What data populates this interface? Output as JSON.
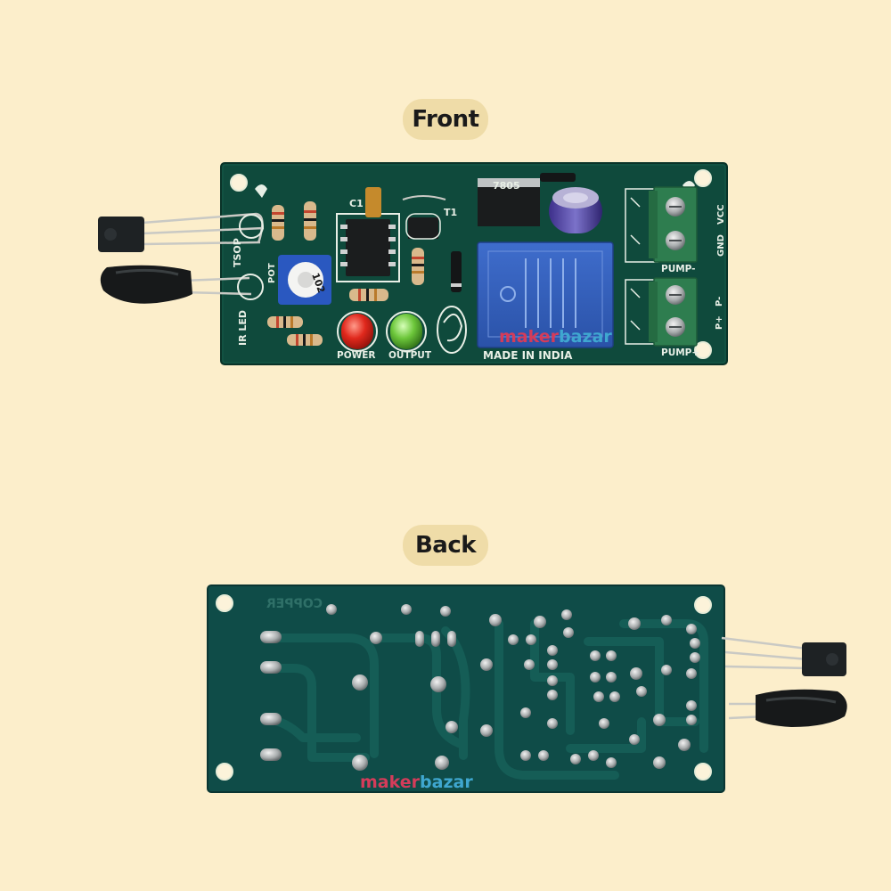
{
  "labels": {
    "front": "Front",
    "back": "Back"
  },
  "front_board": {
    "regulator_label": "7805",
    "ic_label": "C1",
    "transistor_label": "T1",
    "pot_label": "POT",
    "pot_value": "102",
    "tsop_label": "TSOP",
    "ir_led_label": "IR LED",
    "power_label": "POWER",
    "output_label": "OUTPUT",
    "made_in_label": "MADE IN INDIA",
    "vcc_label": "VCC",
    "gnd_label": "GND",
    "pump_minus_label": "PUMP-",
    "pump_plus_label": "PUMP+",
    "p_plus_label": "P+",
    "p_minus_label": "P-",
    "brand_maker": "maker",
    "brand_bazar": "bazar"
  },
  "back_board": {
    "copper_label": "COPPER",
    "brand_maker": "maker",
    "brand_bazar": "bazar"
  },
  "colors": {
    "background": "#fceecb",
    "label_pill": "#efdca8",
    "pcb_front": "#0f4a3c",
    "pcb_back": "#0f4c48",
    "terminal_block": "#2e7d4f",
    "relay": "#2e5bb8",
    "power_led": "#d92a1e",
    "output_led": "#6fc93a"
  }
}
